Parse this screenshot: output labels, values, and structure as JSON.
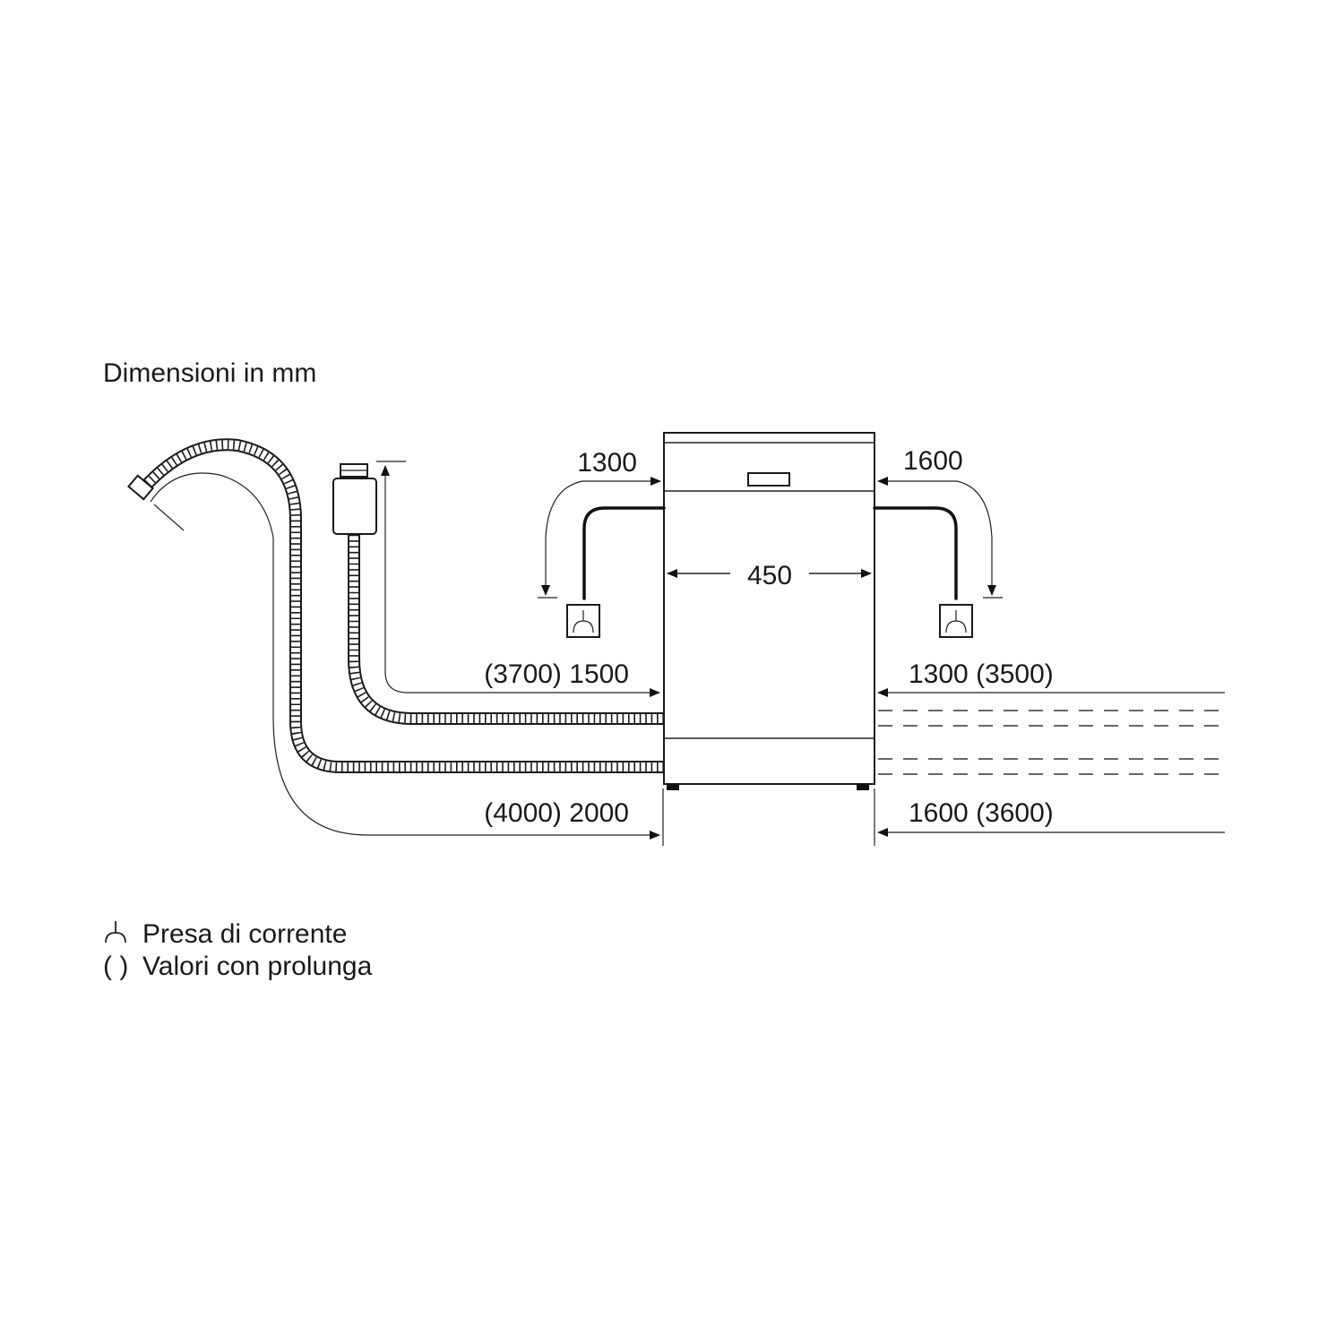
{
  "title": "Dimensioni in mm",
  "dimensions": {
    "width": "450",
    "power_cord_left": "1300",
    "power_cord_right": "1600",
    "drain_hose_left": "(3700) 1500",
    "drain_hose_right": "1300 (3500)",
    "inlet_hose_left": "(4000) 2000",
    "inlet_hose_right": "1600 (3600)"
  },
  "legend": {
    "socket_symbol": "⏊",
    "socket_label": "Presa di corrente",
    "extension_symbol": "( )",
    "extension_label": "Valori con prolunga"
  }
}
